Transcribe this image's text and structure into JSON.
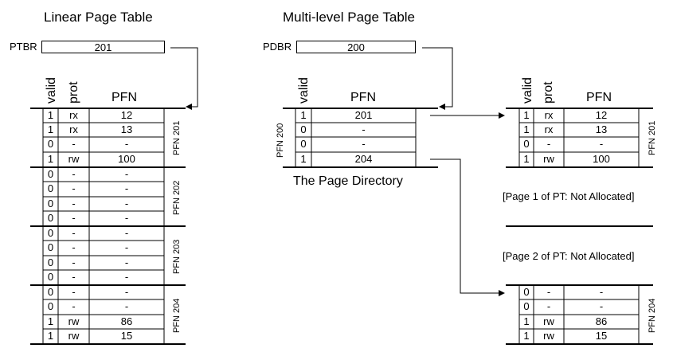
{
  "linear": {
    "title": "Linear Page Table",
    "reg_label": "PTBR",
    "reg_value": "201",
    "col_valid": "valid",
    "col_prot": "prot",
    "col_pfn": "PFN",
    "rows": [
      [
        "1",
        "rx",
        "12"
      ],
      [
        "1",
        "rx",
        "13"
      ],
      [
        "0",
        "-",
        "-"
      ],
      [
        "1",
        "rw",
        "100"
      ],
      [
        "0",
        "-",
        "-"
      ],
      [
        "0",
        "-",
        "-"
      ],
      [
        "0",
        "-",
        "-"
      ],
      [
        "0",
        "-",
        "-"
      ],
      [
        "0",
        "-",
        "-"
      ],
      [
        "0",
        "-",
        "-"
      ],
      [
        "0",
        "-",
        "-"
      ],
      [
        "0",
        "-",
        "-"
      ],
      [
        "0",
        "-",
        "-"
      ],
      [
        "0",
        "-",
        "-"
      ],
      [
        "1",
        "rw",
        "86"
      ],
      [
        "1",
        "rw",
        "15"
      ]
    ],
    "page_labels": [
      "PFN 201",
      "PFN 202",
      "PFN 203",
      "PFN 204"
    ]
  },
  "multi": {
    "title": "Multi-level Page Table",
    "reg_label": "PDBR",
    "reg_value": "200",
    "dir": {
      "col_valid": "valid",
      "col_pfn": "PFN",
      "side_label": "PFN 200",
      "caption": "The Page Directory",
      "rows": [
        [
          "1",
          "201"
        ],
        [
          "0",
          "-"
        ],
        [
          "0",
          "-"
        ],
        [
          "1",
          "204"
        ]
      ]
    },
    "pt1": {
      "col_valid": "valid",
      "col_prot": "prot",
      "col_pfn": "PFN",
      "side_label": "PFN 201",
      "rows": [
        [
          "1",
          "rx",
          "12"
        ],
        [
          "1",
          "rx",
          "13"
        ],
        [
          "0",
          "-",
          "-"
        ],
        [
          "1",
          "rw",
          "100"
        ]
      ]
    },
    "note1": "[Page 1 of PT: Not Allocated]",
    "note2": "[Page 2 of PT: Not Allocated]",
    "pt4": {
      "side_label": "PFN 204",
      "rows": [
        [
          "0",
          "-",
          "-"
        ],
        [
          "0",
          "-",
          "-"
        ],
        [
          "1",
          "rw",
          "86"
        ],
        [
          "1",
          "rw",
          "15"
        ]
      ]
    }
  }
}
